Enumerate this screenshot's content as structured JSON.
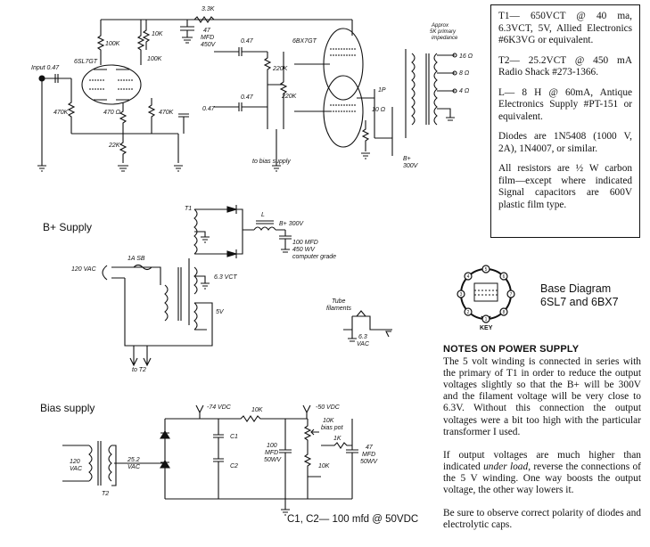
{
  "notes": {
    "t1": "T1— 650VCT @ 40 ma, 6.3VCT, 5V, Allied Electronics #6K3VG or equivalent.",
    "t2": "T2— 25.2VCT @ 450 mA Radio Shack #273-1366.",
    "l": "L— 8 H @ 60mA, Antique Electronics Supply #PT-151 or equivalent.",
    "diodes": "Diodes are 1N5408 (1000 V, 2A), 1N4007, or similar.",
    "resistors": "All resistors are ½ W carbon film—except where indicated Signal capacitors are 600V plastic film type."
  },
  "base_diagram": {
    "title_line1": "Base Diagram",
    "title_line2": "6SL7 and 6BX7",
    "key": "KEY",
    "pins": [
      "1",
      "2",
      "3",
      "4",
      "5",
      "6",
      "7",
      "8"
    ]
  },
  "power_notes": {
    "heading": "NOTES ON POWER SUPPLY",
    "p1": "The 5 volt winding is connected in series with the primary of T1 in order to reduce the output voltages slightly so that the B+ will be 300V and the filament voltage will be very close to 6.3V. Without this connection the output voltages were a bit too high with the particular transformer I used.",
    "p2_a": "If output voltages are much higher than indicated ",
    "p2_em": "under load",
    "p2_b": ", reverse the connections of the 5 V winding. One way boosts the output voltage, the other way lowers it.",
    "p3": "Be sure to observe correct polarity of diodes and electrolytic caps."
  },
  "caps_note": "C1, C2— 100 mfd @ 50VDC",
  "sections": {
    "bplus": "B+ Supply",
    "bias": "Bias supply"
  },
  "amp_labels": {
    "input": "Input 0.47",
    "r_33k": "3.3K",
    "cap_47": "47",
    "cap_mfd": "MFD",
    "cap_450v": "450V",
    "r_100k_a": "100K",
    "r_10k": "10K",
    "r_100k_b": "100K",
    "tube1": "6SL7GT",
    "c_047_a": "0.47",
    "tube2": "6BX7GT",
    "r_220k_a": "220K",
    "r_220k_b": "220K",
    "c_047_b": "0.47",
    "c_047_c": "0.47",
    "r_470k_a": "470K",
    "r_470": "470 Ω",
    "r_470k_b": "470K",
    "r_22k": "22K",
    "to_bias": "to bias supply",
    "tap_1p": "1P",
    "r_10ohm": "10 Ω",
    "bplus": "B+",
    "bplus_v": "300V",
    "ot_note1": "Approx",
    "ot_note2": "5K primary",
    "ot_note3": "impedance",
    "tap16": "16 Ω",
    "tap8": "8 Ω",
    "tap4": "4 Ω"
  },
  "bplus_labels": {
    "t1": "T1",
    "l": "L",
    "bplus": "B+ 300V",
    "cap1": "100 MFD",
    "cap2": "450 WV",
    "cap3": "computer grade",
    "fuse": "1A SB",
    "ac": "120 VAC",
    "fil": "6.3 VCT",
    "v5": "5V",
    "to_t2": "to T2",
    "tube_fil1": "Tube",
    "tube_fil2": "filaments",
    "fil_v1": "6.3",
    "fil_v2": "VAC"
  },
  "bias_labels": {
    "m74": "-74 VDC",
    "r10k": "10K",
    "m50": "-50 VDC",
    "c1": "C1",
    "c2": "C2",
    "cap100_1": "100",
    "cap100_2": "MFD",
    "cap100_3": "50WV",
    "pot1": "10K",
    "pot2": "bias pot",
    "r1k": "1K",
    "r10k_b": "10K",
    "cap47_1": "47",
    "cap47_2": "MFD",
    "cap47_3": "50WV",
    "ac1": "120",
    "ac2": "VAC",
    "sec1": "25.2",
    "sec2": "VAC",
    "t2": "T2"
  }
}
